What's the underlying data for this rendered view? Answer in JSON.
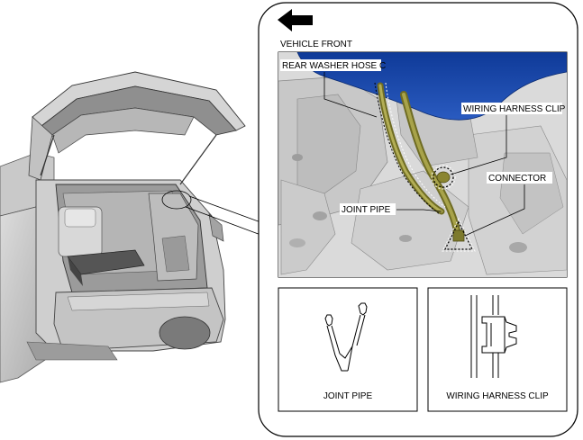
{
  "labels": {
    "vehicle_front": "VEHICLE FRONT",
    "rear_washer_hose_c": "REAR WASHER HOSE C",
    "wiring_harness_clip": "WIRING HARNESS CLIP",
    "connector": "CONNECTOR",
    "joint_pipe": "JOINT PIPE"
  },
  "insets": {
    "joint_pipe_caption": "JOINT PIPE",
    "wiring_harness_clip_caption": "WIRING HARNESS CLIP"
  },
  "colors": {
    "body_panel": "#1b46a3",
    "hose": "#8d8a38",
    "metal": "#d9d9d9",
    "outline": "#000000"
  }
}
